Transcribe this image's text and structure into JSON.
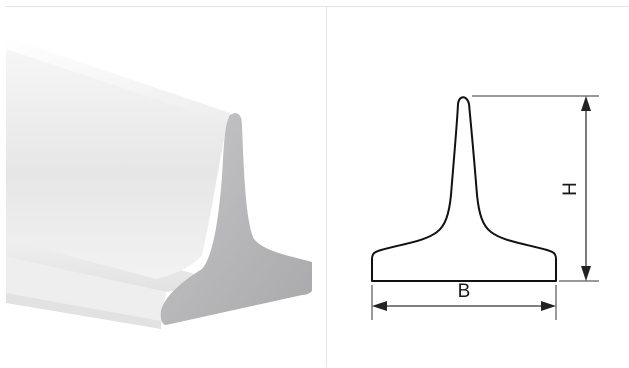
{
  "product_view": {
    "icon": "t-profile-3d-render",
    "colors": {
      "top_face": "#f4f4f4",
      "side_face": "#e9e9ea",
      "end_face": "#b9b9bb"
    }
  },
  "cross_section": {
    "icon": "t-profile-cross-section",
    "dimensions": {
      "height_label": "H",
      "base_label": "B"
    },
    "colors": {
      "outline": "#111111",
      "dimension_line": "#333333"
    }
  }
}
